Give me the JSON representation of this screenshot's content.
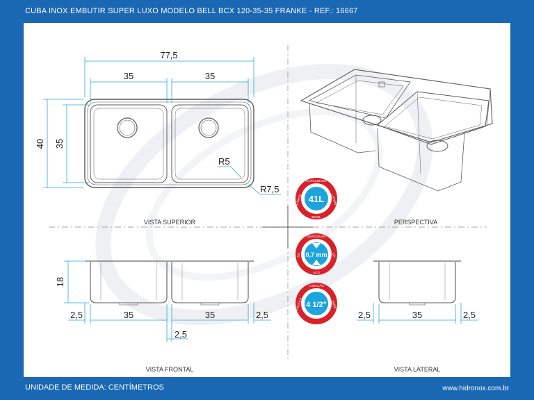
{
  "header": {
    "title": "CUBA INOX EMBUTIR SUPER LUXO MODELO BELL BCX 120-35-35 FRANKE - REF.: 16667"
  },
  "footer": {
    "unit": "UNIDADE DE MEDIDA: CENTÍMETROS",
    "website": "www.hidronox.com.br"
  },
  "views": {
    "top": "VISTA SUPERIOR",
    "perspective": "PERSPECTIVA",
    "front": "VISTA FRONTAL",
    "side": "VISTA LATERAL"
  },
  "dimensions": {
    "total_width": "77,5",
    "bowl_width_left": "35",
    "bowl_width_right": "35",
    "height_total": "40",
    "height_bowl": "35",
    "inner_radius": "R5",
    "outer_radius": "R7,5",
    "depth": "18",
    "front_margin_left": "2,5",
    "front_bowl_left": "35",
    "front_bowl_right": "35",
    "front_margin_right": "2,5",
    "front_divider": "2,5",
    "side_margin_left": "2,5",
    "side_bowl": "35",
    "side_margin_right": "2,5"
  },
  "badges": {
    "capacity": {
      "value": "41L",
      "ring_top": "CAPACIDADE",
      "ring_bottom": "BOWL",
      "ring_left": "LITROS",
      "ring_right": "LITROS"
    },
    "thickness": {
      "value": "0,7 mm",
      "ring_top": "ESPESSURA",
      "ring_left": "DA",
      "ring_right": "DA",
      "ring_bottom": "AÇO"
    },
    "drain": {
      "value": "4 1/2\"",
      "ring_top": "FURAÇÃO",
      "ring_left": "VÁLVULA",
      "ring_right": "PARA"
    }
  },
  "colors": {
    "frame": "#1a67b3",
    "dimension": "#29a8d8",
    "badge_ring": "#d8222a",
    "badge_center": "#1da3dd"
  }
}
